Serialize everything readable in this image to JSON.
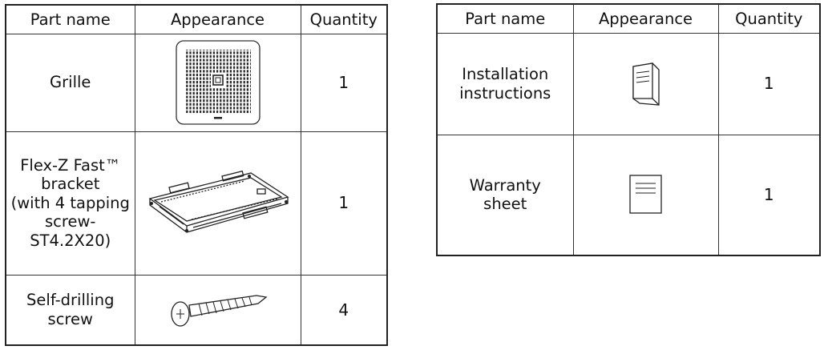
{
  "left_table": {
    "headers": [
      "Part name",
      "Appearance",
      "Quantity"
    ],
    "rows": [
      {
        "name": "Grille",
        "appearance_icon": "grille-icon",
        "quantity": "1"
      },
      {
        "name": "Flex-Z Fast™\nbracket\n(with 4 tapping\nscrew-\nST4.2X20)",
        "appearance_icon": "bracket-icon",
        "quantity": "1"
      },
      {
        "name": "Self-drilling\nscrew",
        "appearance_icon": "screw-icon",
        "quantity": "4"
      }
    ]
  },
  "right_table": {
    "headers": [
      "Part name",
      "Appearance",
      "Quantity"
    ],
    "rows": [
      {
        "name": "Installation\ninstructions",
        "appearance_icon": "booklet-icon",
        "quantity": "1"
      },
      {
        "name": "Warranty\nsheet",
        "appearance_icon": "sheet-icon",
        "quantity": "1"
      }
    ]
  }
}
